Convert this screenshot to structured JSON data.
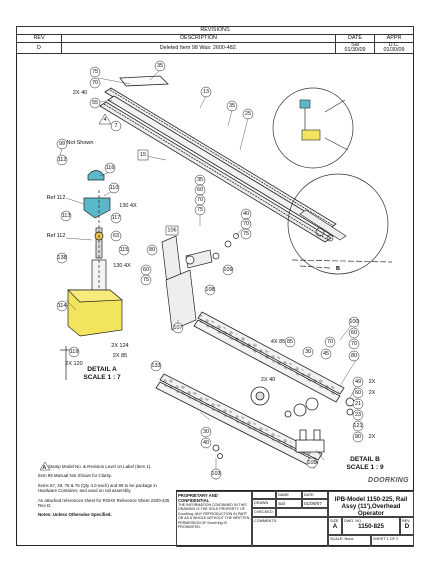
{
  "revisions": {
    "title": "REVISIONS",
    "headers": [
      "REV",
      "DESCRIPTION",
      "DATE",
      "APPR"
    ],
    "row": {
      "rev": "D",
      "description": "Deleted Item 98 Was: 2600-482.",
      "date_top": "Sal",
      "date_bottom": "01/30/09",
      "appr_top": "D.C.",
      "appr_bottom": "01/30/09"
    }
  },
  "callouts": [
    "75",
    "35",
    "70",
    "2X 40",
    "13",
    "55",
    "4",
    "7",
    "35",
    "25",
    "99",
    "Not Shown",
    "112",
    "116",
    "15",
    "35",
    "60",
    "70",
    "75",
    "110",
    "130 4X",
    "Ref 112",
    "117",
    "113",
    "Ref 112",
    "63",
    "138",
    "115",
    "130 4X",
    "40",
    "70",
    "75",
    "106",
    "80",
    "60",
    "75",
    "109",
    "108",
    "114",
    "107",
    "100",
    "60",
    "70",
    "70",
    "85",
    "30",
    "45",
    "80",
    "119",
    "2X 124",
    "2X 120",
    "2X 85",
    "133",
    "2X 40",
    "4X 85",
    "49",
    "2X",
    "60",
    "2X",
    "21",
    "23",
    "121",
    "80",
    "2X",
    "30",
    "40",
    "105",
    "103"
  ],
  "detail_a": {
    "line1": "DETAIL A",
    "line2": "SCALE 1 : 7"
  },
  "detail_b": {
    "line1": "DETAIL B",
    "line2": "SCALE 1 : 9"
  },
  "section_b_label": "B",
  "detail_a_marker": "A",
  "notes": [
    "Stamp Model No. & Revision Level on Label (Item 1).",
    "Item 99 Manual Not Shown for Clarity.",
    "Items 57, 49, 76 & 75 (Qty 4.0 each) and 99 to be package in Hardware Container, and used on rail assembly.",
    "As attached references sheet for ROHS Reference Sheet 2200-235 Rev D.",
    "Notes: Unless Otherwise Specified."
  ],
  "title_block": {
    "proprietary": "PROPRIETARY AND CONFIDENTIAL",
    "proprietary_text": "THE INFORMATION CONTAINED IN THIS DRAWING IS THE SOLE PROPERTY OF DoorKing. ANY REPRODUCTION IN PART OR AS A WHOLE WITHOUT THE WRITTEN PERMISSION OF DoorKing IS PROHIBITED.",
    "name_label": "NAME",
    "date_label": "DATE",
    "drawn_label": "DRAWN",
    "drawn_name": "Sal",
    "drawn_date": "01/09/07",
    "checked_label": "CHECKED",
    "comments_label": "COMMENTS:",
    "title": "IPB-Model 1150-225, Rail Assy (11'),Overhead Operator",
    "size_label": "SIZE",
    "dwg_label": "DWG. NO.",
    "rev_label": "REV",
    "size": "A",
    "dwg_no": "1150-825",
    "rev": "D",
    "scale": "SCALE: None",
    "sheet": "SHEET 1 OF 2",
    "logo": "DOORKING"
  }
}
